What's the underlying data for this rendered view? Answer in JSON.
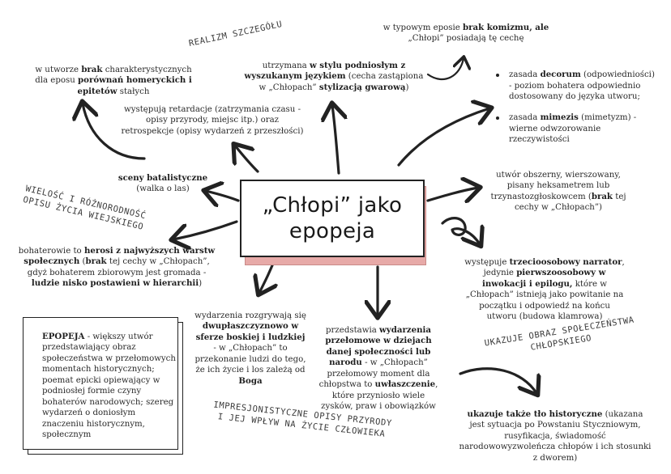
{
  "central_title": [
    "„Chłopi” jako",
    "epopeja"
  ],
  "labels": {
    "realizm": "REALIZM SZCZEGÓŁU",
    "wielosc_1": "WIELOŚĆ I RÓŻNORODNOŚĆ",
    "wielosc_2": "OPISU ŻYCIA WIEJSKIEGO",
    "impres_1": "IMPRESJONISTYCZNE OPISY PRZYRODY",
    "impres_2": "I JEJ WPŁYW NA ŻYCIE CZŁOWIEKA",
    "obraz_1": "UKAZUJE OBRAZ SPOŁECZEŃSTWA",
    "obraz_2": "CHŁOPSKIEGO"
  },
  "notes": {
    "brak_porownan": {
      "a": "w utworze ",
      "b": "brak",
      "c": " charakterystycznych dla eposu ",
      "d": "porównań homeryckich i epitetów",
      "e": " stałych"
    },
    "retardacje": "występują retardacje (zatrzymania czasu - opisy przyrody, miejsc itp.) oraz retrospekcje (opisy wydarzeń z przeszłości)",
    "styl": {
      "a": "utrzymana ",
      "b": "w stylu podniosłym z wyszukanym językiem",
      "c": " (cecha zastąpiona w „Chłopach” ",
      "d": "stylizacją gwarową",
      "e": ")"
    },
    "komizm": {
      "a": "w typowym eposie ",
      "b": "brak komizmu, ale",
      "c": " „Chłopi” posiadają tę cechę"
    },
    "sceny": {
      "b": "sceny batalistyczne",
      "c": "(walka o las)"
    },
    "bohaterowie": {
      "a": "bohaterowie to ",
      "b": "herosi z najwyższych warstw społecznych",
      "c": " (",
      "d": "brak",
      "e": " tej cechy w „Chłopach”, gdyż bohaterem zbiorowym jest gromada - ",
      "f": "ludzie nisko postawieni w hierarchii",
      "g": ")"
    },
    "obszerny": {
      "a": "utwór obszerny, wierszowany, pisany heksametrem lub trzynastozgłoskowcem (",
      "b": "brak",
      "c": " tej cechy w „Chłopach”)"
    },
    "narrator": {
      "a": "występuje ",
      "b": "trzecioosobowy narrator",
      "c": ", jedynie ",
      "d": "pierwszoosobowy w inwokacji i epilogu,",
      "e": " które w „Chłopach” istnieją jako powitanie na początku i odpowiedź na końcu utworu (budowa klamrowa)"
    },
    "dwuplaszczyzna": {
      "a": "wydarzenia rozgrywają się ",
      "b": "dwupłaszczyznowo w sferze boskiej i ludzkiej",
      "c": " - w „Chłopach” to przekonanie ludzi do tego, że ich życie i los zależą od ",
      "d": "Boga"
    },
    "przelomowe": {
      "a": "przedstawia ",
      "b": "wydarzenia przełomowe w dziejach danej społeczności lub narodu",
      "c": " - w „Chłopach” przełomowy moment dla chłopstwa to ",
      "d": "uwłaszczenie",
      "e": ", które przyniosło wiele zysków, praw i obowiązków"
    },
    "tlo": {
      "b": "ukazuje także tło historyczne",
      "c": " (ukazana jest sytuacja po Powstaniu Styczniowym, rusyfikacja, świadomość narodowowyzwoleńcza chłopów i ich stosunki z dworem)"
    }
  },
  "bullets": [
    {
      "a": "zasada ",
      "b": "decorum",
      "c": " (odpowiedniości) - poziom bohatera odpowiednio dostosowany do języka utworu;"
    },
    {
      "a": "zasada ",
      "b": "mimezis",
      "c": " (mimetyzm) - wierne odwzorowanie rzeczywistości"
    }
  ],
  "definition": {
    "b": "EPOPEJA",
    "c": " - większy utwór przedstawiający obraz społeczeństwa w przełomowych momentach historycznych; poemat epicki opiewający w podniosłej formie czyny bohaterów narodowych; szereg wydarzeń o doniosłym znaczeniu historycznym, społecznym"
  },
  "colors": {
    "ink": "#222222",
    "shadow": "#e7aaa8"
  }
}
